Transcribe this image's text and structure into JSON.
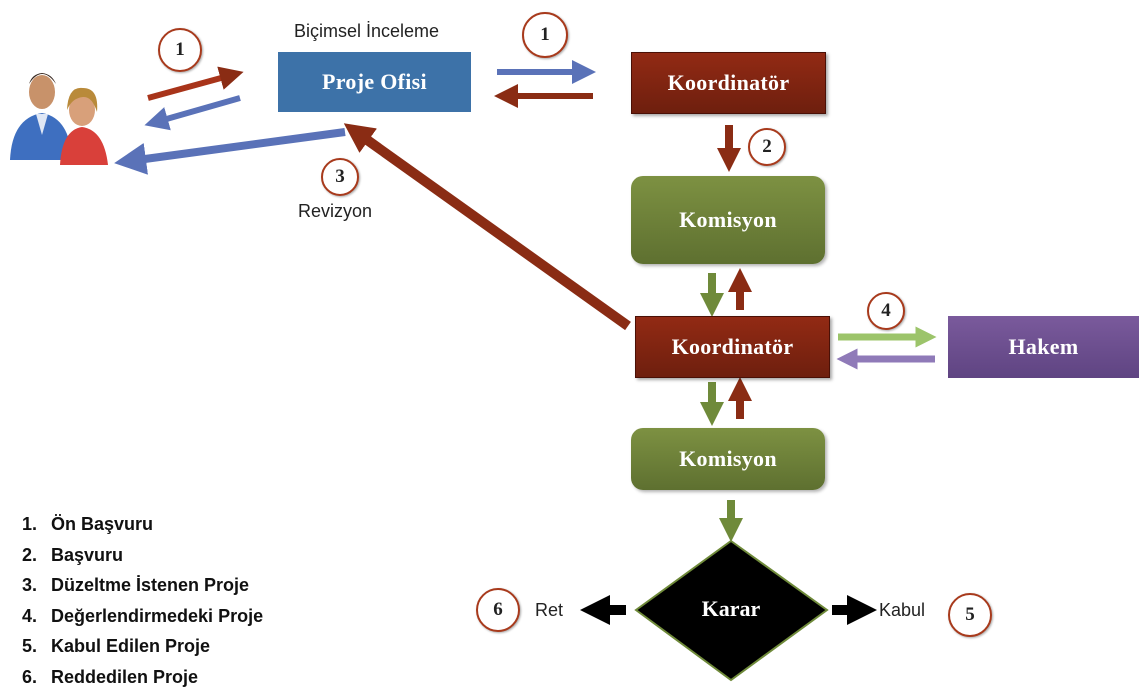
{
  "nodes": {
    "proje_ofisi": "Proje Ofisi",
    "koordinator_top": "Koordinatör",
    "komisyon_top": "Komisyon",
    "koordinator_mid": "Koordinatör",
    "hakem": "Hakem",
    "komisyon_bottom": "Komisyon",
    "karar": "Karar"
  },
  "labels": {
    "bicimsel": "Biçimsel İnceleme",
    "revizyon": "Revizyon",
    "ret": "Ret",
    "kabul": "Kabul"
  },
  "badges": {
    "b1_left": "1",
    "b1_right": "1",
    "b2": "2",
    "b3": "3",
    "b4": "4",
    "b5": "5",
    "b6": "6"
  },
  "legend": [
    {
      "num": "1.",
      "text": "Ön Başvuru"
    },
    {
      "num": "2.",
      "text": "Başvuru"
    },
    {
      "num": "3.",
      "text": "Düzeltme İstenen Proje"
    },
    {
      "num": "4.",
      "text": "Değerlendirmedeki Proje"
    },
    {
      "num": "5.",
      "text": "Kabul Edilen Proje"
    },
    {
      "num": "6.",
      "text": "Reddedilen Proje"
    }
  ],
  "colors": {
    "blue": "#3d72a8",
    "dark_red": "#7c2410",
    "green": "#6b7d37",
    "purple": "#6a4c8c",
    "arrow_blue": "#5a72b8",
    "arrow_red": "#8a2c14",
    "arrow_green": "#6f8a3a",
    "light_green": "#9cc46a",
    "light_purple": "#8f7ab8"
  }
}
